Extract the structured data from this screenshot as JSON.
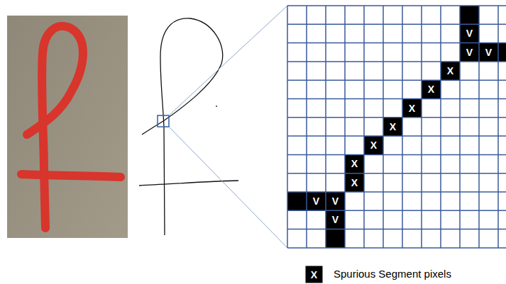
{
  "diagram": {
    "labels": [
      "V",
      "V",
      "V",
      "X",
      "X",
      "X",
      "X",
      "X",
      "X",
      "X",
      "V",
      "V",
      "V",
      "X"
    ],
    "legend": [
      {
        "text": "Spurious Segment pixels"
      }
    ]
  }
}
